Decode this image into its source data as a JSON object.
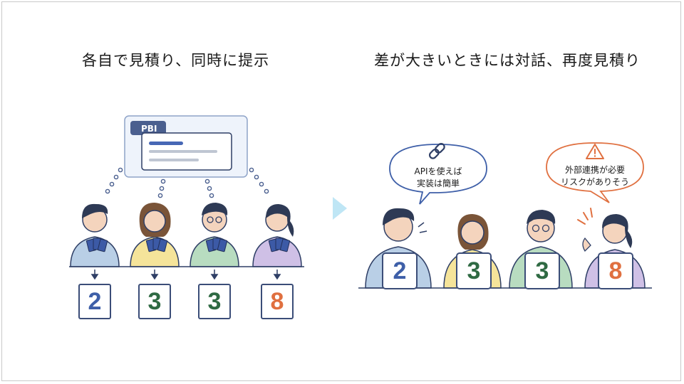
{
  "left": {
    "title": "各自で見積り、同時に提示",
    "pbi_label": "PBI",
    "cards": [
      {
        "value": "2",
        "color": "#3e5fa8"
      },
      {
        "value": "3",
        "color": "#2f6a43"
      },
      {
        "value": "3",
        "color": "#2f6a43"
      },
      {
        "value": "8",
        "color": "#e07040"
      }
    ]
  },
  "right": {
    "title": "差が大きいときには対話、再度見積り",
    "bubble_left": {
      "line1": "APIを使えば",
      "line2": "実装は簡単",
      "icon": "link-icon",
      "border": "#3e5fa8"
    },
    "bubble_right": {
      "line1": "外部連携が必要",
      "line2": "リスクがありそう",
      "icon": "warning-icon",
      "border": "#e07040"
    },
    "signs": [
      {
        "value": "2",
        "color": "#3e5fa8"
      },
      {
        "value": "3",
        "color": "#2f6a43"
      },
      {
        "value": "3",
        "color": "#2f6a43"
      },
      {
        "value": "8",
        "color": "#e07040"
      }
    ]
  },
  "colors": {
    "accent_blue": "#3e5fa8",
    "accent_green": "#2f6a43",
    "accent_orange": "#e07040",
    "arrow_cyan": "#bfe6f5"
  }
}
